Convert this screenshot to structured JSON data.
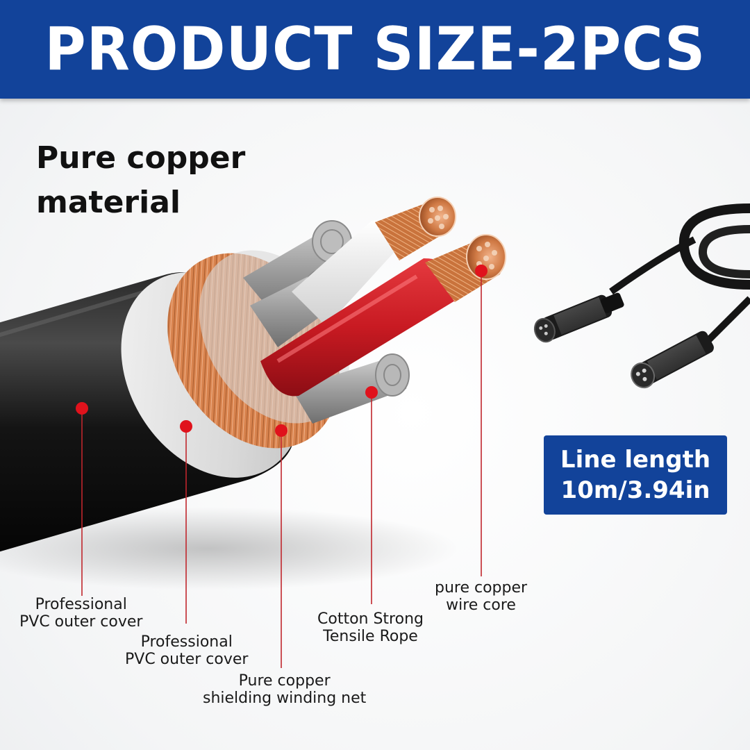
{
  "banner": {
    "title": "PRODUCT SIZE-2PCS"
  },
  "headline": {
    "line1": "Pure copper",
    "line2": "material"
  },
  "labels": [
    {
      "line1": "Professional",
      "line2": "PVC outer cover"
    },
    {
      "line1": "Professional",
      "line2": "PVC outer cover"
    },
    {
      "line1": "Pure copper",
      "line2": "shielding winding net"
    },
    {
      "line1": "Cotton Strong",
      "line2": "Tensile Rope"
    },
    {
      "line1": "pure copper",
      "line2": "wire core"
    }
  ],
  "length_box": {
    "line1": "Line length",
    "line2": "10m/3.94in"
  },
  "colors": {
    "banner": "#12439a",
    "marker": "#e0121c",
    "copper": "#c8743f",
    "core_red": "#c81a22"
  }
}
